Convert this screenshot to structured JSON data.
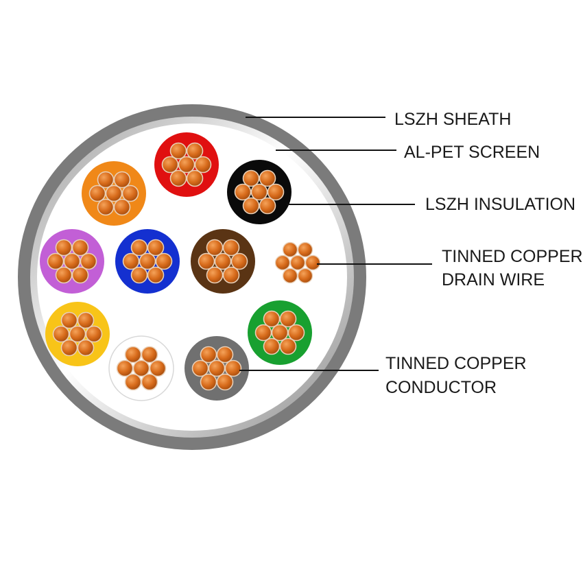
{
  "labels": {
    "sheath": "LSZH SHEATH",
    "screen": "AL-PET SCREEN",
    "insulation": "LSZH INSULATION",
    "drain_line1": "TINNED COPPER",
    "drain_line2": "DRAIN WIRE",
    "conductor_line1": "TINNED COPPER",
    "conductor_line2": "CONDUCTOR"
  },
  "colors": {
    "sheath": "#7b7b7b",
    "screen": "#e3e3e3",
    "fill": "#ffffff",
    "copper": "#c8641a",
    "copper_highlight": "#f0a060",
    "strand_outline": "#e8d0b8",
    "leader_line": "#111111"
  },
  "cores": [
    {
      "name": "core-red",
      "color": "#e01010"
    },
    {
      "name": "core-orange",
      "color": "#f08818"
    },
    {
      "name": "core-black",
      "color": "#0a0a0a"
    },
    {
      "name": "core-violet",
      "color": "#c25fd6"
    },
    {
      "name": "core-blue",
      "color": "#1430d0"
    },
    {
      "name": "core-brown",
      "color": "#5a3414"
    },
    {
      "name": "core-yellow",
      "color": "#f8c418"
    },
    {
      "name": "core-green",
      "color": "#18a030"
    },
    {
      "name": "core-white",
      "color": "#ffffff"
    },
    {
      "name": "core-grey",
      "color": "#707070"
    }
  ]
}
